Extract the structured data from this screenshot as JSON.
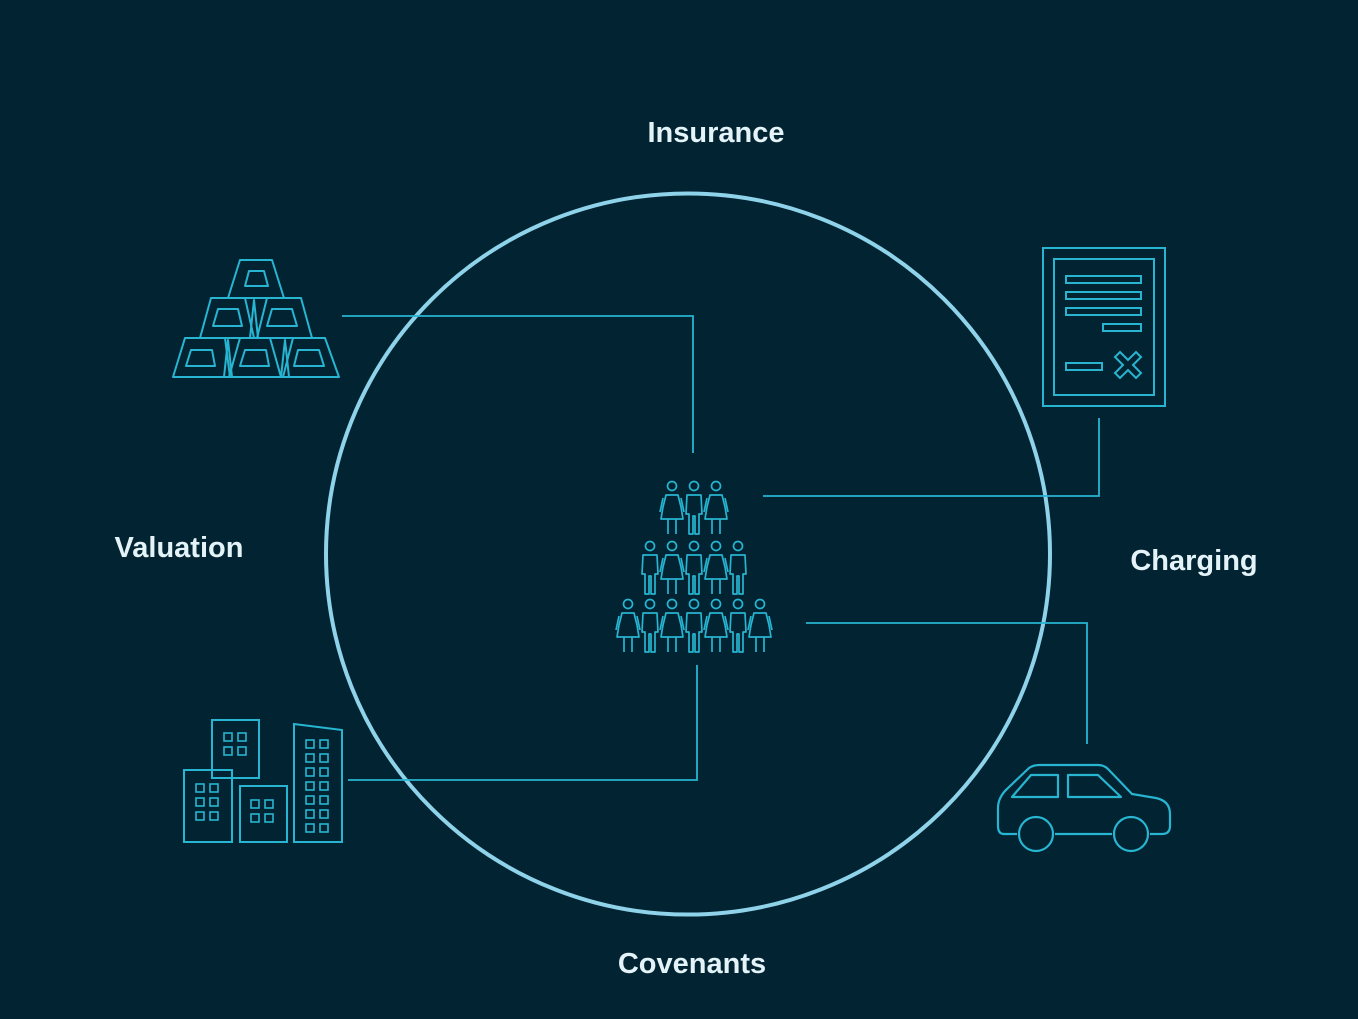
{
  "labels": {
    "top": "Insurance",
    "left": "Valuation",
    "right": "Charging",
    "bottom": "Covenants"
  },
  "icons": {
    "center": "people-group-icon",
    "top_left": "gold-bars-icon",
    "top_right": "contract-document-icon",
    "bottom_left": "city-buildings-icon",
    "bottom_right": "car-icon"
  },
  "colors": {
    "background": "#022331",
    "ring": "#8fd3ea",
    "icon": "#27b5d1",
    "label": "#e3f3f8"
  }
}
